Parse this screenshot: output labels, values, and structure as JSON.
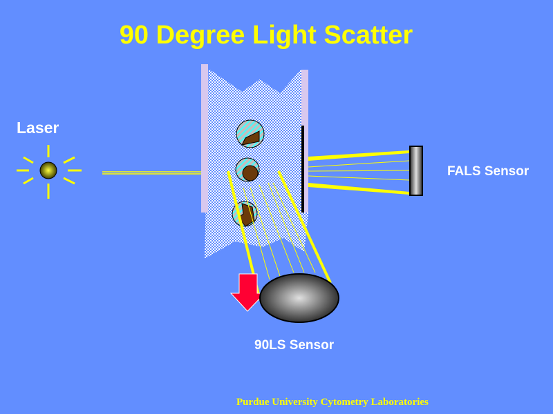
{
  "title": "90 Degree Light Scatter",
  "labels": {
    "laser": "Laser",
    "fals_sensor": "FALS Sensor",
    "ls90_sensor": "90LS Sensor"
  },
  "credit": "Purdue University Cytometry Laboratories",
  "colors": {
    "background": "#628eff",
    "title": "#ffff00",
    "beam": "#ffff00",
    "arrow": "#ff0033",
    "wall": "#d8c8ee"
  }
}
